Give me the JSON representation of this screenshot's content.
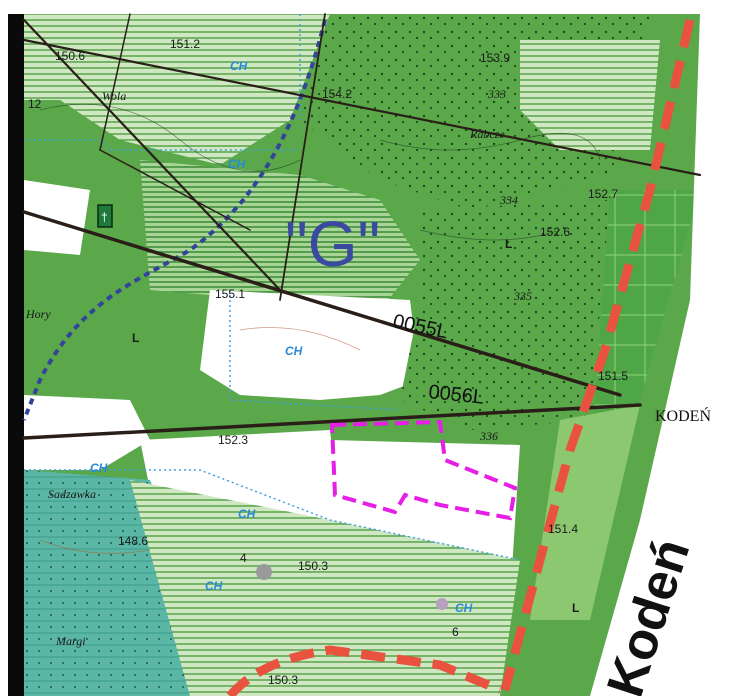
{
  "zone_label": "\"G\"",
  "road_codes": [
    "0055L",
    "0056L"
  ],
  "town_label": "Kodeń",
  "road_destination": "KODEŃ",
  "spot_heights": [
    "150.6",
    "151.2",
    "153.9",
    "154.2",
    "152.7",
    "152.6",
    "155.1",
    "151.5",
    "152.3",
    "151.4",
    "148.6",
    "150.3",
    "150.3"
  ],
  "italic_numbers": [
    "333",
    "334",
    "335",
    "336"
  ],
  "place_names": [
    "Rabcze",
    "Sadzawka",
    "Hory",
    "Margi",
    "Wola"
  ],
  "ch_label": "CH",
  "misc_labels": [
    "L",
    "L",
    "L",
    "4",
    "6",
    "12"
  ],
  "colors": {
    "forest": "#5aa84a",
    "forest_light": "#8cc870",
    "meadow": "#cfe7c4",
    "teal": "#58b8a8",
    "boundary_red": "#e8523e",
    "plot_magenta": "#e61ee6",
    "path_blue": "#33449a",
    "road": "#2a1f18"
  }
}
